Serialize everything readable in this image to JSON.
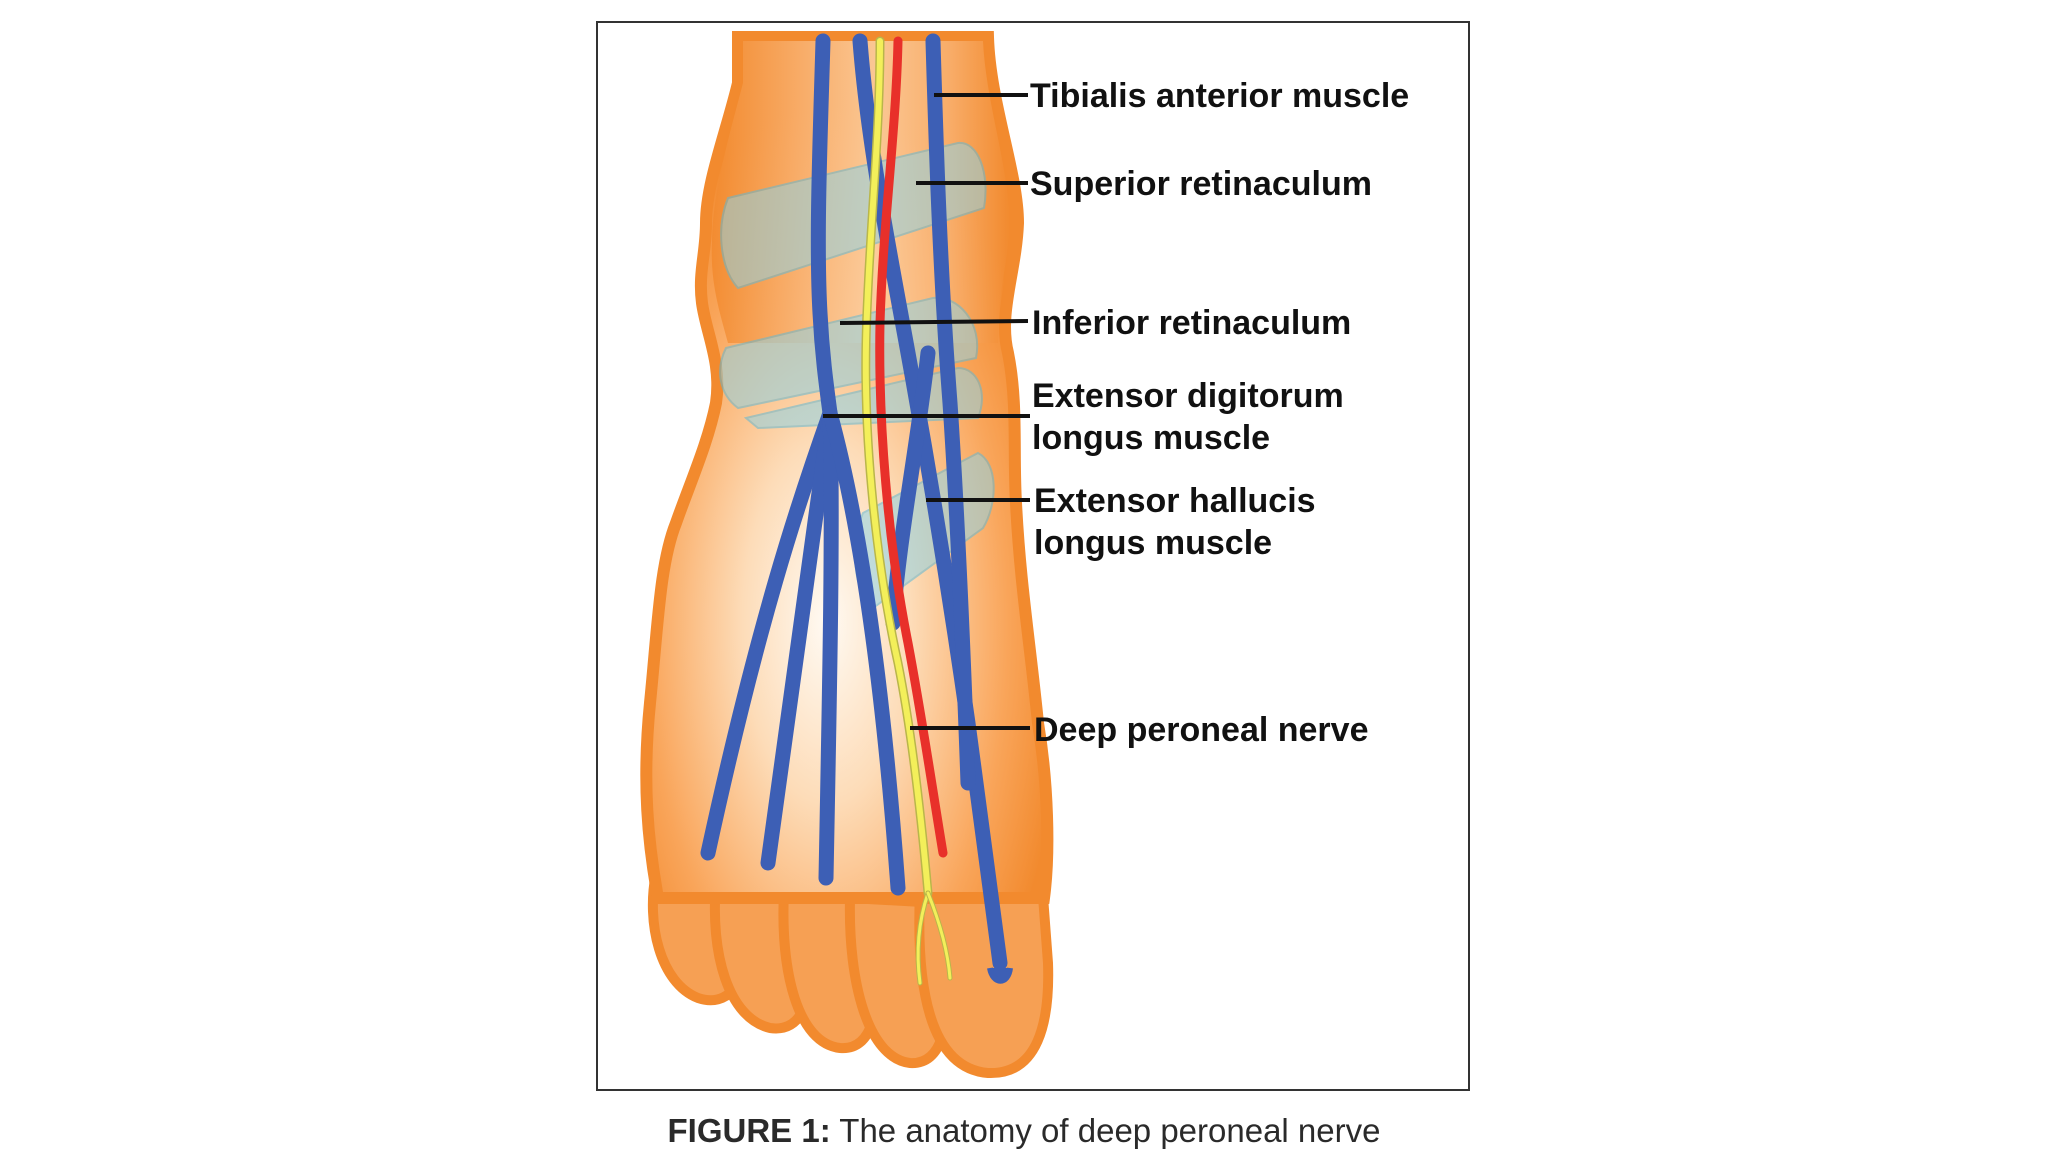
{
  "labels": {
    "tibialis": "Tibialis anterior muscle",
    "superior": "Superior retinaculum",
    "inferior": "Inferior retinaculum",
    "edl_line1": "Extensor digitorum",
    "edl_line2": "longus muscle",
    "ehl_line1": "Extensor hallucis",
    "ehl_line2": "longus muscle",
    "nerve": "Deep peroneal nerve"
  },
  "caption": {
    "figure_label": "FIGURE 1:",
    "text": "The anatomy of deep peroneal nerve"
  },
  "colors": {
    "skin_outer": "#f28a2e",
    "skin_inner": "#fde7cf",
    "tendon": "#3d5fb5",
    "artery": "#e8302a",
    "nerve": "#f3ef5a",
    "retinaculum": "#8fd3e6",
    "leader": "#111111",
    "border": "#333333"
  }
}
